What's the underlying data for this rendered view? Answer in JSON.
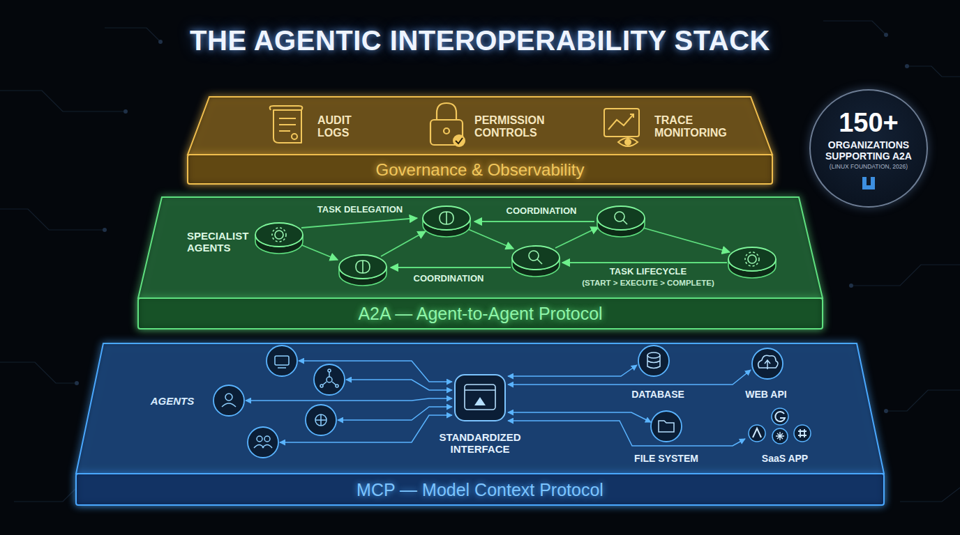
{
  "diagram": {
    "title": "THE AGENTIC INTEROPERABILITY STACK",
    "nodes": [
      {
        "text": [
          "Governance & Observability"
        ]
      },
      {
        "text": [
          "150+",
          "ORGANIZATIONS SUPPORTING A2A",
          "(LINUX FOUNDATION, 2026)"
        ]
      },
      {
        "text": [
          "A2A — Agent-to-Agent Protocol"
        ]
      },
      {
        "text": [
          "MCP — Model Context Protocol"
        ]
      }
    ],
    "labels": [
      "AUDIT LOGS",
      "PERMISSION CONTROLS",
      "TRACE MONITORING",
      "SPECIALIST AGENTS",
      "TASK DELEGATION",
      "COORDINATION",
      "COORDINATION",
      "TASK LIFECYCLE",
      "(START > EXECUTE > COMPLETE)",
      "AGENTS",
      "STANDARDIZED INTERFACE",
      "DATABASE",
      "WEB API",
      "FILE SYSTEM",
      "SaaS APP"
    ]
  }
}
